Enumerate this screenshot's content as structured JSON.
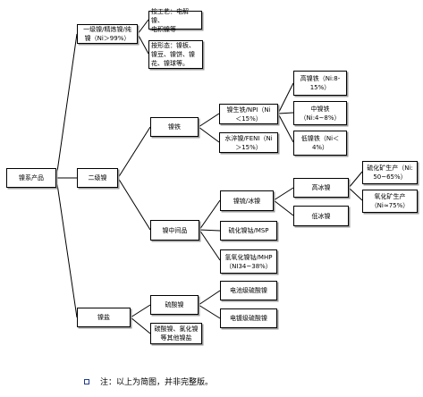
{
  "nodes": {
    "root": "镍系产品",
    "level1_nickel": "一级镍/精炼镍/纯\n镍（Ni＞99%）",
    "process": "按工艺：电解镍、\n电积镍等",
    "shape": "按形态：镍板、\n镍豆、镍饼、镍\n花、镍球等。",
    "level2_nickel": "二级镍",
    "nickel_iron": "镍铁",
    "npi": "镍生铁/NPI（Ni\n＜15%）",
    "fe_ni": "水淬镍/FENI（Ni\n＞15%）",
    "high_ni_iron": "高镍铁（Ni:8-\n15%）",
    "mid_ni_iron": "中镍铁（Ni:4~8%）",
    "low_ni_iron": "低镍铁（Ni＜4%）",
    "intermediate": "镍中间品",
    "matte": "镍锍/冰镍",
    "high_matte": "高冰镍",
    "low_matte": "低冰镍",
    "sulfide_production": "硫化矿生产（Ni:\n50~65%）",
    "oxide_production": "氧化矿生产\n（Ni≈75%）",
    "msp": "硫化镍钴/MSP",
    "mhp": "氢氧化镍钴/MHP\n（NI34~38%）",
    "nickel_salt": "镍盐",
    "nickel_sulfate": "硫酸镍",
    "battery_grade": "电池级硫酸镍",
    "plating_grade": "电镀级硫酸镍",
    "other_salts": "碳酸镍、氯化镍\n等其他镍盐"
  },
  "note": "注：以上为简图，并非完整版。",
  "colors": {
    "line": "#000000",
    "shadow": "#9a9a9a",
    "bullet": "#1f3a8a"
  }
}
